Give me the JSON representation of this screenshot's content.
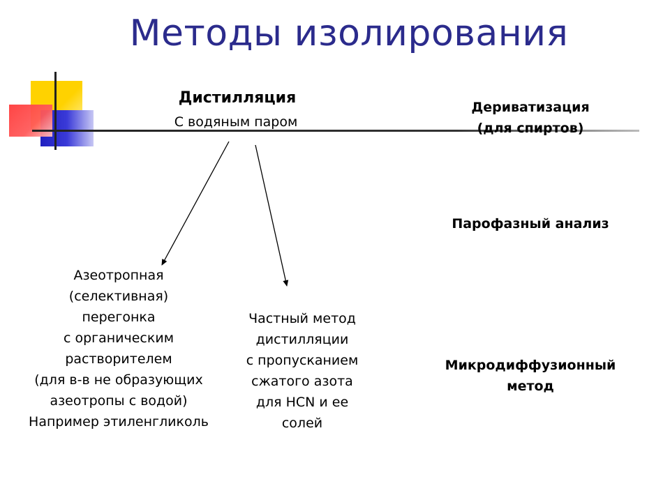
{
  "title": "Методы изолирования",
  "distillation": {
    "heading": "Дистилляция",
    "subheading": "С водяным паром"
  },
  "azeotropic": {
    "lines": [
      "Азеотропная",
      "(селективная)",
      "перегонка",
      "с органическим",
      "растворителем",
      "(для в-в не образующих",
      "азеотропы с водой)",
      "Например этиленгликоль"
    ]
  },
  "private_method": {
    "lines": [
      "Частный метод",
      "дистилляции",
      "с пропусканием",
      "сжатого азота",
      "для HCN и ее",
      "солей"
    ]
  },
  "derivatization": {
    "lines": [
      "Дериватизация",
      "(для спиртов)"
    ]
  },
  "headspace": "Парофазный анализ",
  "microdiffusion": {
    "lines": [
      "Микродиффузионный",
      "метод"
    ]
  }
}
